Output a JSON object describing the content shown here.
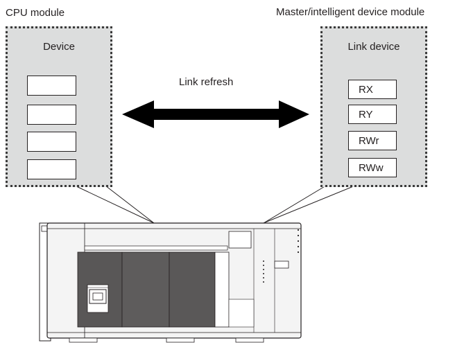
{
  "labels": {
    "cpu_module": "CPU module",
    "master_module": "Master/intelligent device module",
    "link_refresh": "Link refresh"
  },
  "cpu_panel": {
    "title": "Device",
    "devices": [
      "",
      "",
      "",
      ""
    ]
  },
  "master_panel": {
    "title": "Link device",
    "devices": [
      "RX",
      "RY",
      "RWr",
      "RWw"
    ]
  },
  "colors": {
    "panel_fill": "#dcdddd",
    "arrow": "#000000",
    "plc_body": "#f2f2f2",
    "plc_dark": "#595757"
  }
}
